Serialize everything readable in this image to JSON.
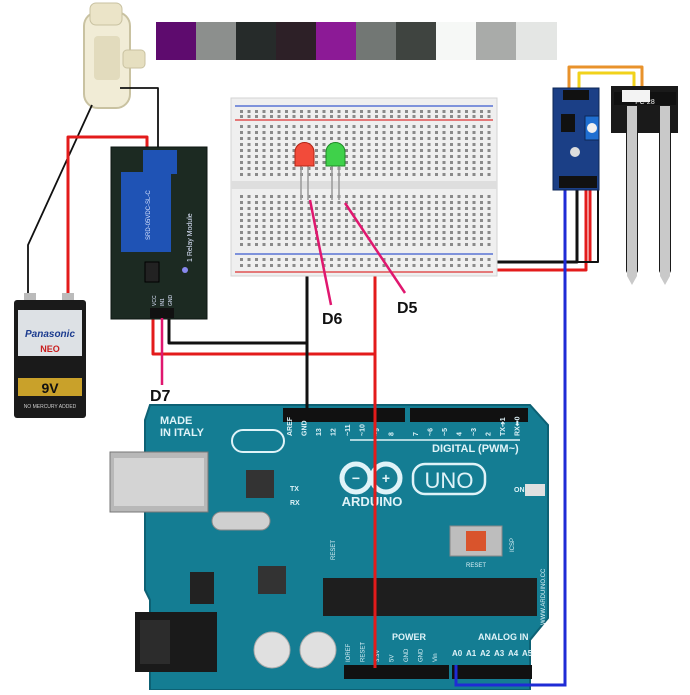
{
  "color_strip": [
    "#5e0b6e",
    "#8c8f8d",
    "#262b2a",
    "#2d2027",
    "#8c1a96",
    "#727774",
    "#3f4440",
    "#f6f8f6",
    "#a9aba9",
    "#e4e6e4"
  ],
  "battery": {
    "brand": "Panasonic",
    "sub": "NEO",
    "voltage": "9V",
    "fine": "NO MERCURY ADDED"
  },
  "relay": {
    "title": "1 Relay Module",
    "part": "SRD-05VDC-SL-C",
    "pins": [
      "VCC",
      "IN1",
      "GND"
    ]
  },
  "sensor": {
    "label": "FC-28"
  },
  "labels": {
    "d5": "D5",
    "d6": "D6",
    "d7": "D7"
  },
  "arduino": {
    "made_in": "MADE\nIN ITALY",
    "brand": "ARDUINO",
    "model": "UNO",
    "on": "ON",
    "tx": "TX",
    "rx": "RX",
    "reset": "RESET",
    "reset_pin": "RESET",
    "icsp": "ICSP",
    "power": "POWER",
    "analog_in": "ANALOG IN",
    "digital": "DIGITAL (PWM~)",
    "url": "WWW.ARDUINO.CC",
    "top_pins": [
      "AREF",
      "GND",
      "13",
      "12",
      "~11",
      "~10",
      "~9",
      "8",
      "7",
      "~6",
      "~5",
      "4",
      "~3",
      "2",
      "TX➔1",
      "RX⬅0"
    ],
    "power_pins": [
      "IOREF",
      "RESET",
      "3.3V",
      "5V",
      "GND",
      "GND",
      "Vin"
    ],
    "analog_pins": [
      "A0",
      "A1",
      "A2",
      "A3",
      "A4",
      "A5"
    ]
  },
  "colors": {
    "board": "#147d93",
    "board_edge": "#0d6174",
    "wire_red": "#e31b1b",
    "wire_black": "#111111",
    "wire_blue": "#1f2bd6",
    "wire_pink": "#e0176f",
    "relay_pcb": "#1c2a22",
    "relay_blue": "#1f53b5",
    "sensor_pcb": "#1b3f86",
    "wire_yellow": "#f1d21b",
    "wire_orange": "#e8922b"
  }
}
